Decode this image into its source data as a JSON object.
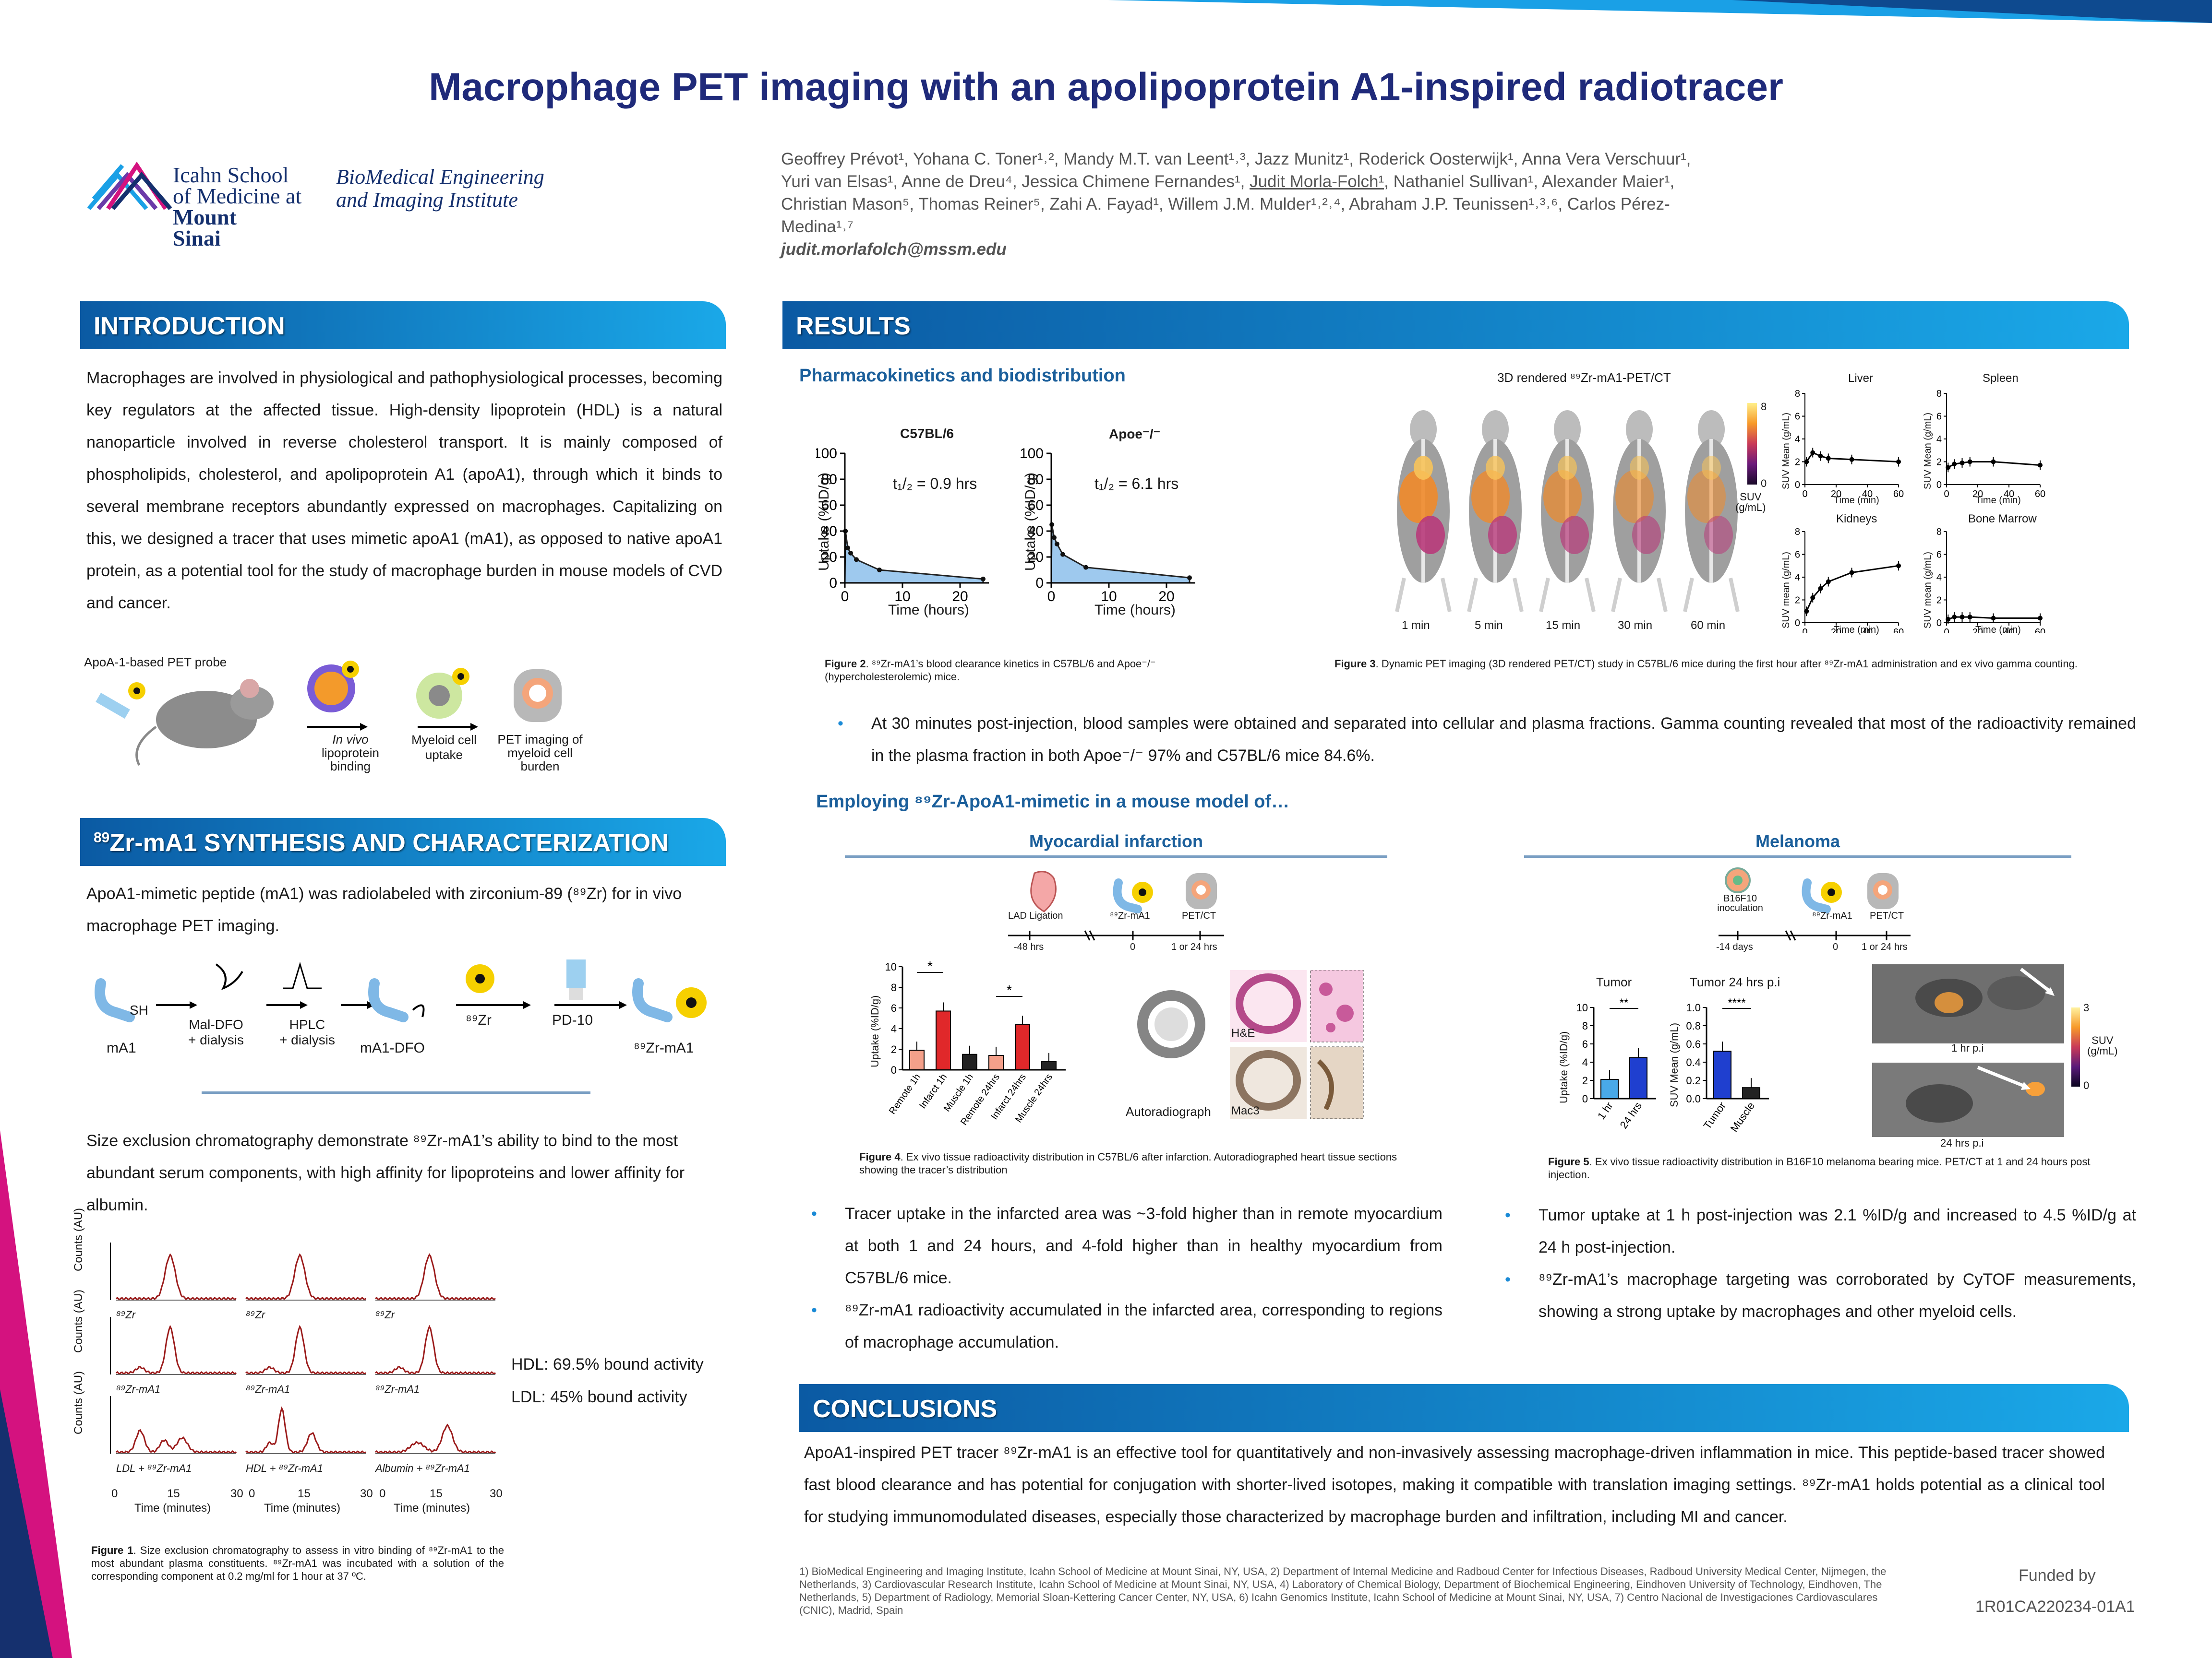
{
  "title": "Macrophage PET imaging with an apolipoprotein A1-inspired radiotracer",
  "logo": {
    "line1": "Icahn School",
    "line2": "of Medicine at",
    "line3": "Mount",
    "line4": "Sinai",
    "inst1": "BioMedical Engineering",
    "inst2": "and Imaging Institute"
  },
  "authors": {
    "line1": "Geoffrey Prévot¹, Yohana C. Toner¹˒², Mandy M.T. van Leent¹˒³, Jazz Munitz¹, Roderick Oosterwijk¹, Anna Vera Verschuur¹,",
    "line2a": "Yuri van Elsas¹, Anne de Dreu⁴, Jessica Chimene Fernandes¹, ",
    "line2u": "Judit Morla-Folch¹",
    "line2b": ", Nathaniel Sullivan¹, Alexander Maier¹,",
    "line3": "Christian Mason⁵, Thomas Reiner⁵, Zahi A. Fayad¹, Willem J.M. Mulder¹˒²˒⁴, Abraham J.P. Teunissen¹˒³˒⁶, Carlos Pérez-",
    "line4": "Medina¹˒⁷",
    "email": "judit.morlafolch@mssm.edu"
  },
  "intro": {
    "header": "INTRODUCTION",
    "text": "Macrophages are involved in physiological and pathophysiological processes, becoming key regulators at the affected tissue. High-density lipoprotein (HDL) is a natural nanoparticle involved in reverse cholesterol transport. It is mainly composed of phospholipids, cholesterol, and apolipoprotein A1 (apoA1), through which it binds to several membrane receptors abundantly expressed on macrophages. Capitalizing on this, we designed a tracer that uses mimetic apoA1 (mA1), as opposed to native apoA1 protein, as a potential tool for the study of macrophage burden in mouse models of CVD and cancer.",
    "probe_label": "ApoA-1-based PET probe",
    "step1a": "In vivo",
    "step1b": "lipoprotein binding",
    "step2": "Myeloid cell uptake",
    "step3a": "PET imaging of",
    "step3b": "myeloid cell burden"
  },
  "synthesis": {
    "header_sup": "89",
    "header": "Zr-mA1 SYNTHESIS AND CHARACTERIZATION",
    "text1": "ApoA1-mimetic peptide (mA1) was radiolabeled with zirconium-89 (⁸⁹Zr) for in vivo macrophage PET imaging.",
    "scheme": {
      "sh": "SH",
      "mA1": "mA1",
      "mal1": "Mal-DFO",
      "mal2": "+ dialysis",
      "hplc1": "HPLC",
      "hplc2": "+ dialysis",
      "mA1dfo": "mA1-DFO",
      "zr": "⁸⁹Zr",
      "pd10": "PD-10",
      "product": "⁸⁹Zr-mA1"
    },
    "text2": "Size exclusion chromatography demonstrate ⁸⁹Zr-mA1’s ability to bind to the most abundant serum components, with high affinity for lipoproteins and lower affinity for albumin.",
    "ylabel": "Counts (AU)",
    "xlabel": "Time (minutes)",
    "row1_labels": [
      "⁸⁹Zr",
      "⁸⁹Zr",
      "⁸⁹Zr"
    ],
    "row2_labels": [
      "⁸⁹Zr-mA1",
      "⁸⁹Zr-mA1",
      "⁸⁹Zr-mA1"
    ],
    "row3_labels": [
      "LDL + ⁸⁹Zr-mA1",
      "HDL + ⁸⁹Zr-mA1",
      "Albumin + ⁸⁹Zr-mA1"
    ],
    "xticks": [
      "0",
      "15",
      "30"
    ],
    "hdl": "HDL: 69.5% bound activity",
    "ldl": "LDL: 45% bound activity",
    "fig1_bold": "Figure 1",
    "fig1": ". Size exclusion chromatography to assess in vitro binding of ⁸⁹Zr-mA1 to the most abundant plasma constituents. ⁸⁹Zr-mA1 was incubated with a solution of the corresponding component at 0.2 mg/ml for 1 hour at 37 ºC."
  },
  "results": {
    "header": "RESULTS",
    "pk_title": "Pharmacokinetics and biodistribution",
    "pk1": {
      "strain": "C57BL/6",
      "half": "t₁/₂ = 0.9 hrs"
    },
    "pk2": {
      "strain": "Apoe⁻/⁻",
      "half": "t₁/₂ = 6.1 hrs"
    },
    "pk_ylabel": "Uptake (%ID/g)",
    "pk_xlabel": "Time (hours)",
    "pk_yticks": [
      "100",
      "80",
      "60",
      "40",
      "20",
      "0"
    ],
    "pk_xticks": [
      "0",
      "10",
      "20"
    ],
    "fig2_bold": "Figure 2",
    "fig2": ". ⁸⁹Zr-mA1’s blood clearance kinetics in C57BL/6 and Apoe⁻/⁻ (hypercholesterolemic) mice.",
    "pet_title": "3D rendered ⁸⁹Zr-mA1-PET/CT",
    "pet_times": [
      "1 min",
      "5 min",
      "15 min",
      "30 min",
      "60 min"
    ],
    "suv_max": "8",
    "suv_min": "0",
    "suv_label1": "SUV",
    "suv_label2": "(g/mL)",
    "organs": [
      "Liver",
      "Spleen",
      "Kidneys",
      "Bone Marrow"
    ],
    "organ_ylabel": "SUV Mean (g/mL)",
    "organ_ylabel2": "SUV mean (g/mL)",
    "organ_xlabel": "Time (min)",
    "organ_yticks": [
      "8",
      "6",
      "4",
      "2",
      "0"
    ],
    "organ_xticks": [
      "0",
      "20",
      "40",
      "60"
    ],
    "fig3_bold": "Figure 3",
    "fig3": ". Dynamic PET imaging (3D rendered PET/CT) study in C57BL/6 mice during the first hour after ⁸⁹Zr-mA1 administration and ex vivo gamma counting.",
    "bullet1": "At 30 minutes post-injection, blood samples were obtained and separated into cellular and plasma fractions. Gamma counting revealed that most of the radioactivity remained in the plasma fraction in both Apoe⁻/⁻ 97% and C57BL/6 mice 84.6%.",
    "employ": "Employing ⁸⁹Zr-ApoA1-mimetic in a mouse model of…"
  },
  "mi": {
    "title": "Myocardial infarction",
    "tl_labels": [
      "LAD Ligation",
      "⁸⁹Zr-mA1",
      "PET/CT"
    ],
    "tl_times": [
      "-48 hrs",
      "0",
      "1 or 24 hrs"
    ],
    "ylabel": "Uptake (%ID/g)",
    "yticks": [
      "10",
      "8",
      "6",
      "4",
      "2",
      "0"
    ],
    "categories": [
      "Remote 1h",
      "Infarct 1h",
      "Muscle 1h",
      "Remote 24hrs",
      "Infarct 24hrs",
      "Muscle 24hrs"
    ],
    "star": "*",
    "autorad": "Autoradiograph",
    "he": "H&E",
    "mac3": "Mac3",
    "fig4_bold": "Figure 4",
    "fig4": ". Ex vivo tissue radioactivity distribution in C57BL/6 after infarction. Autoradiographed heart tissue sections showing the tracer’s distribution",
    "b1": "Tracer uptake in the infarcted area was ~3-fold higher than in remote myocardium at both 1 and 24 hours, and 4-fold higher than in healthy myocardium from C57BL/6 mice.",
    "b2": "⁸⁹Zr-mA1 radioactivity accumulated in the infarcted area, corresponding to regions of macrophage accumulation."
  },
  "mel": {
    "title": "Melanoma",
    "tl_labels": [
      "B16F10 inoculation",
      "⁸⁹Zr-mA1",
      "PET/CT"
    ],
    "tl_times": [
      "-14 days",
      "0",
      "1 or 24 hrs"
    ],
    "c1_title": "Tumor",
    "c1_ylabel": "Uptake (%ID/g)",
    "c1_yticks": [
      "10",
      "8",
      "6",
      "4",
      "2",
      "0"
    ],
    "c1_cats": [
      "1 hr",
      "24 hrs"
    ],
    "c1_sig": "**",
    "c2_title": "Tumor 24 hrs p.i",
    "c2_ylabel": "SUV Mean (g/mL)",
    "c2_yticks": [
      "1.0",
      "0.8",
      "0.6",
      "0.4",
      "0.2",
      "0.0"
    ],
    "c2_cats": [
      "Tumor",
      "Muscle"
    ],
    "c2_sig": "****",
    "img1": "1 hr p.i",
    "img2": "24 hrs p.i",
    "scale_max": "3",
    "scale_min": "0",
    "scale_l1": "SUV",
    "scale_l2": "(g/mL)",
    "fig5_bold": "Figure 5",
    "fig5": ". Ex vivo tissue radioactivity distribution in B16F10 melanoma bearing mice. PET/CT at 1 and 24 hours post injection.",
    "b1": "Tumor uptake at 1 h post-injection was 2.1 %ID/g and increased to 4.5 %ID/g at 24 h post-injection.",
    "b2": "⁸⁹Zr-mA1’s macrophage targeting was corroborated by CyTOF measurements, showing a strong uptake by macrophages and other myeloid cells."
  },
  "conclusions": {
    "header": "CONCLUSIONS",
    "text": "ApoA1-inspired PET tracer ⁸⁹Zr-mA1 is an effective tool for quantitatively and non-invasively assessing macrophage-driven inflammation in mice. This peptide-based tracer showed fast blood clearance and has potential for conjugation with shorter-lived isotopes, making it compatible with translation imaging settings. ⁸⁹Zr-mA1 holds potential as a clinical tool for studying immunomodulated diseases, especially those characterized by macrophage burden and infiltration, including MI and cancer."
  },
  "footer": {
    "affil": "1) BioMedical Engineering and Imaging Institute, Icahn School of Medicine at Mount Sinai, NY, USA, 2) Department of Internal Medicine and Radboud Center for Infectious Diseases, Radboud University Medical Center, Nijmegen, the Netherlands, 3) Cardiovascular Research Institute, Icahn School of Medicine at Mount Sinai, NY, USA, 4) Laboratory of Chemical Biology, Department of Biochemical Engineering, Eindhoven University of Technology, Eindhoven, The Netherlands, 5) Department of Radiology, Memorial Sloan-Kettering Cancer Center, NY, USA, 6) Icahn Genomics Institute, Icahn School of Medicine at Mount Sinai, NY, USA, 7) Centro Nacional de Investigaciones Cardiovasculares (CNIC), Madrid, Spain",
    "funded": "Funded by",
    "grant": "1R01CA220234-01A1"
  },
  "chart_data": [
    {
      "type": "area",
      "title": "C57BL/6",
      "xlabel": "Time (hours)",
      "ylabel": "Uptake (%ID/g)",
      "ylim": [
        0,
        100
      ],
      "x": [
        0.1,
        0.5,
        1,
        2,
        6,
        24
      ],
      "y": [
        40,
        27,
        23,
        18,
        10,
        3
      ]
    },
    {
      "type": "area",
      "title": "Apoe⁻/⁻",
      "xlabel": "Time (hours)",
      "ylabel": "Uptake (%ID/g)",
      "ylim": [
        0,
        100
      ],
      "x": [
        0.1,
        0.5,
        1,
        2,
        6,
        24
      ],
      "y": [
        45,
        35,
        30,
        22,
        12,
        4
      ]
    },
    {
      "type": "line",
      "title": "Liver",
      "xlabel": "Time (min)",
      "ylabel": "SUV Mean (g/mL)",
      "ylim": [
        0,
        8
      ],
      "x": [
        1,
        5,
        10,
        15,
        30,
        60
      ],
      "y": [
        2.0,
        2.8,
        2.5,
        2.3,
        2.2,
        2.0
      ]
    },
    {
      "type": "line",
      "title": "Spleen",
      "xlabel": "Time (min)",
      "ylabel": "SUV Mean (g/mL)",
      "ylim": [
        0,
        8
      ],
      "x": [
        1,
        5,
        10,
        15,
        30,
        60
      ],
      "y": [
        1.5,
        1.8,
        1.9,
        2.0,
        2.0,
        1.7
      ]
    },
    {
      "type": "line",
      "title": "Kidneys",
      "xlabel": "Time (min)",
      "ylabel": "SUV mean (g/mL)",
      "ylim": [
        0,
        8
      ],
      "x": [
        1,
        5,
        10,
        15,
        30,
        60
      ],
      "y": [
        1.0,
        2.2,
        3.0,
        3.6,
        4.4,
        5.0
      ]
    },
    {
      "type": "line",
      "title": "Bone Marrow",
      "xlabel": "Time (min)",
      "ylabel": "SUV mean (g/mL)",
      "ylim": [
        0,
        8
      ],
      "x": [
        1,
        5,
        10,
        15,
        30,
        60
      ],
      "y": [
        0.3,
        0.5,
        0.5,
        0.5,
        0.4,
        0.4
      ]
    },
    {
      "type": "bar",
      "title": "",
      "ylabel": "Uptake (%ID/g)",
      "ylim": [
        0,
        10
      ],
      "categories": [
        "Remote 1h",
        "Infarct 1h",
        "Muscle 1h",
        "Remote 24hrs",
        "Infarct 24hrs",
        "Muscle 24hrs"
      ],
      "values": [
        1.9,
        5.7,
        1.5,
        1.4,
        4.4,
        0.8
      ],
      "colors": [
        "#f4a08a",
        "#e0282a",
        "#222222",
        "#f4a08a",
        "#e0282a",
        "#222222"
      ]
    },
    {
      "type": "bar",
      "title": "Tumor",
      "ylabel": "Uptake (%ID/g)",
      "ylim": [
        0,
        10
      ],
      "categories": [
        "1 hr",
        "24 hrs"
      ],
      "values": [
        2.1,
        4.5
      ],
      "colors": [
        "#49a9e8",
        "#1f3fcf"
      ]
    },
    {
      "type": "bar",
      "title": "Tumor 24 hrs p.i",
      "ylabel": "SUV Mean (g/mL)",
      "ylim": [
        0,
        1.0
      ],
      "categories": [
        "Tumor",
        "Muscle"
      ],
      "values": [
        0.52,
        0.12
      ],
      "colors": [
        "#1f3fcf",
        "#222222"
      ]
    }
  ]
}
